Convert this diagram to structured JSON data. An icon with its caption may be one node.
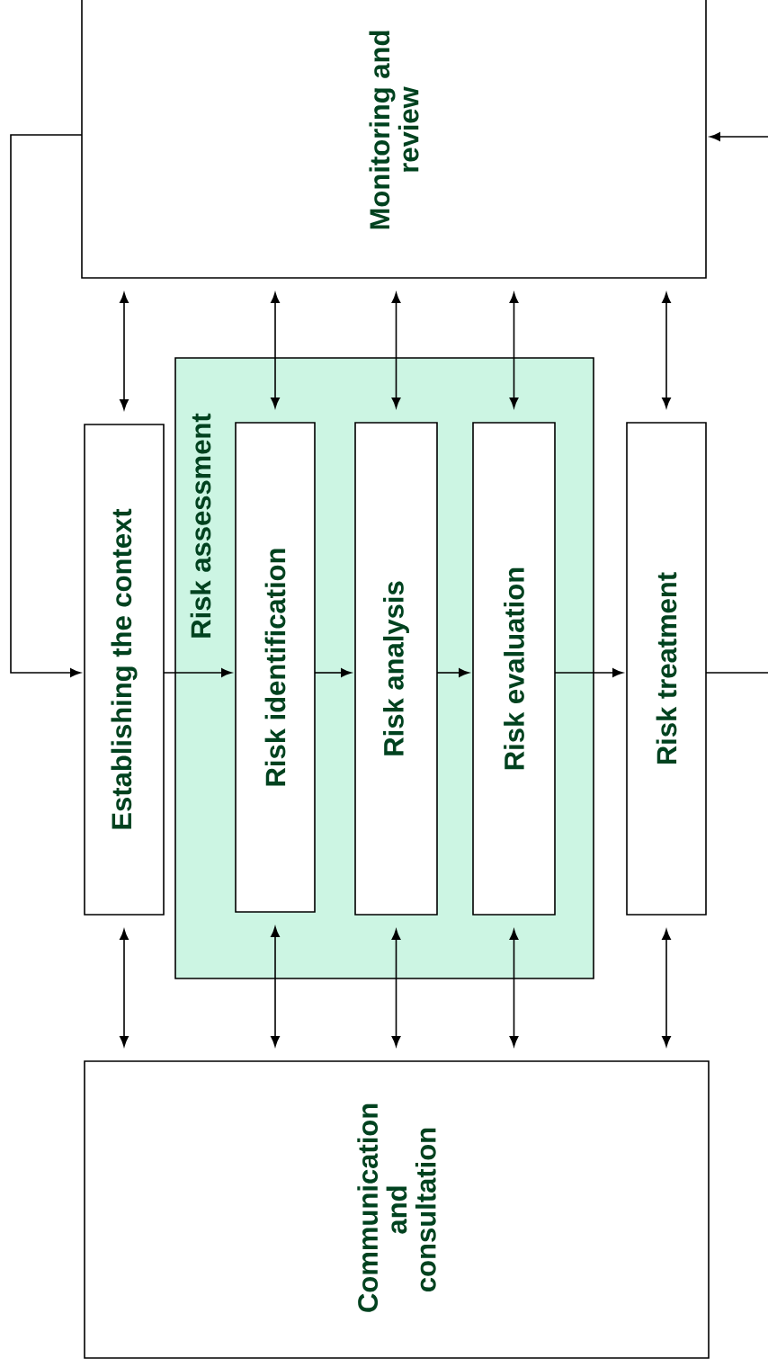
{
  "diagram": {
    "nodes": [
      {
        "text": [
          "Monitoring and review"
        ]
      },
      {
        "text": [
          "Communication and consultation"
        ]
      },
      {
        "text": [
          "Establishing the context"
        ]
      },
      {
        "text": [
          "Risk assessment"
        ]
      },
      {
        "text": [
          "Risk identification"
        ],
        "in": 3
      },
      {
        "text": [
          "Risk analysis"
        ],
        "in": 3
      },
      {
        "text": [
          "Risk evaluation"
        ],
        "in": 3
      },
      {
        "text": [
          "Risk treatment"
        ]
      }
    ],
    "edges": [
      {
        "from": 0,
        "to": 2,
        "arrow": "to"
      },
      {
        "from": 2,
        "to": 4,
        "arrow": "to"
      },
      {
        "from": 4,
        "to": 5,
        "arrow": "to"
      },
      {
        "from": 5,
        "to": 6,
        "arrow": "to"
      },
      {
        "from": 6,
        "to": 7,
        "arrow": "to"
      },
      {
        "from": 7,
        "to": 0,
        "arrow": "to"
      },
      {
        "from": 0,
        "to": 2,
        "arrow": "both"
      },
      {
        "from": 0,
        "to": 4,
        "arrow": "both"
      },
      {
        "from": 0,
        "to": 5,
        "arrow": "both"
      },
      {
        "from": 0,
        "to": 6,
        "arrow": "both"
      },
      {
        "from": 0,
        "to": 7,
        "arrow": "both"
      },
      {
        "from": 2,
        "to": 1,
        "arrow": "both"
      },
      {
        "from": 4,
        "to": 1,
        "arrow": "both"
      },
      {
        "from": 5,
        "to": 1,
        "arrow": "both"
      },
      {
        "from": 6,
        "to": 1,
        "arrow": "both"
      },
      {
        "from": 7,
        "to": 1,
        "arrow": "both"
      }
    ]
  }
}
